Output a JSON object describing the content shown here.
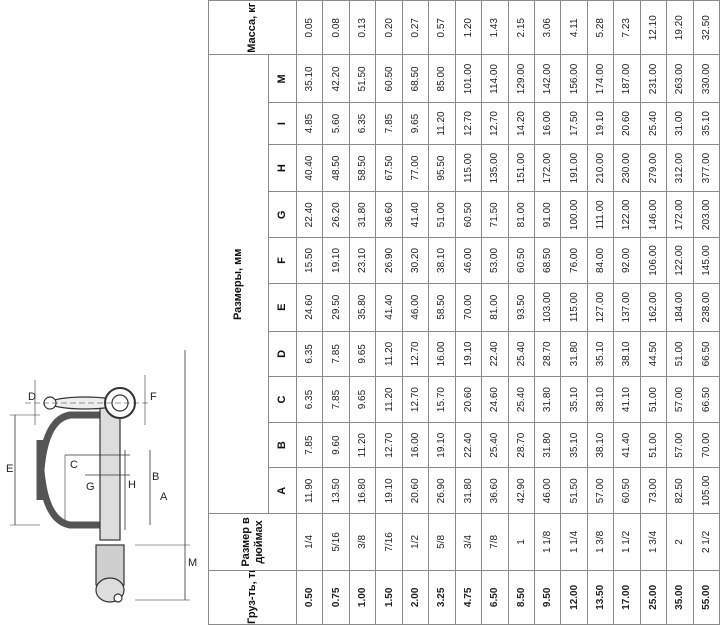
{
  "table": {
    "head": {
      "load": "Груз-ть, тн",
      "size_inch": "Размер в дюймах",
      "dimensions": "Размеры, мм",
      "mass": "Масса, кг"
    },
    "dim_columns": [
      "A",
      "B",
      "C",
      "D",
      "E",
      "F",
      "G",
      "H",
      "I",
      "M"
    ],
    "rows": [
      [
        "0.50",
        "1/4",
        "11.90",
        "7.85",
        "6.35",
        "6.35",
        "24.60",
        "15.50",
        "22.40",
        "40.40",
        "4.85",
        "35.10",
        "0.05"
      ],
      [
        "0.75",
        "5/16",
        "13.50",
        "9.60",
        "7.85",
        "7.85",
        "29.50",
        "19.10",
        "26.20",
        "48.50",
        "5.60",
        "42.20",
        "0.08"
      ],
      [
        "1.00",
        "3/8",
        "16.80",
        "11.20",
        "9.65",
        "9.65",
        "35.80",
        "23.10",
        "31.80",
        "58.50",
        "6.35",
        "51.50",
        "0.13"
      ],
      [
        "1.50",
        "7/16",
        "19.10",
        "12.70",
        "11.20",
        "11.20",
        "41.40",
        "26.90",
        "36.60",
        "67.50",
        "7.85",
        "60.50",
        "0.20"
      ],
      [
        "2.00",
        "1/2",
        "20.60",
        "16.00",
        "12.70",
        "12.70",
        "46.00",
        "30.20",
        "41.40",
        "77.00",
        "9.65",
        "68.50",
        "0.27"
      ],
      [
        "3.25",
        "5/8",
        "26.90",
        "19.10",
        "15.70",
        "16.00",
        "58.50",
        "38.10",
        "51.00",
        "95.50",
        "11.20",
        "85.00",
        "0.57"
      ],
      [
        "4.75",
        "3/4",
        "31.80",
        "22.40",
        "20.60",
        "19.10",
        "70.00",
        "46.00",
        "60.50",
        "115.00",
        "12.70",
        "101.00",
        "1.20"
      ],
      [
        "6.50",
        "7/8",
        "36.60",
        "25.40",
        "24.60",
        "22.40",
        "81.00",
        "53.00",
        "71.50",
        "135.00",
        "12.70",
        "114.00",
        "1.43"
      ],
      [
        "8.50",
        "1",
        "42.90",
        "28.70",
        "25.40",
        "25.40",
        "93.50",
        "60.50",
        "81.00",
        "151.00",
        "14.20",
        "129.00",
        "2.15"
      ],
      [
        "9.50",
        "1 1/8",
        "46.00",
        "31.80",
        "31.80",
        "28.70",
        "103.00",
        "68.50",
        "91.00",
        "172.00",
        "16.00",
        "142.00",
        "3.06"
      ],
      [
        "12.00",
        "1 1/4",
        "51.50",
        "35.10",
        "35.10",
        "31.80",
        "115.00",
        "76.00",
        "100.00",
        "191.00",
        "17.50",
        "156.00",
        "4.11"
      ],
      [
        "13.50",
        "1 3/8",
        "57.00",
        "38.10",
        "38.10",
        "35.10",
        "127.00",
        "84.00",
        "111.00",
        "210.00",
        "19.10",
        "174.00",
        "5.28"
      ],
      [
        "17.00",
        "1 1/2",
        "60.50",
        "41.40",
        "41.10",
        "38.10",
        "137.00",
        "92.00",
        "122.00",
        "230.00",
        "20.60",
        "187.00",
        "7.23"
      ],
      [
        "25.00",
        "1 3/4",
        "73.00",
        "51.00",
        "51.00",
        "44.50",
        "162.00",
        "106.00",
        "146.00",
        "279.00",
        "25.40",
        "231.00",
        "12.10"
      ],
      [
        "35.00",
        "2",
        "82.50",
        "57.00",
        "57.00",
        "51.00",
        "184.00",
        "122.00",
        "172.00",
        "312.00",
        "31.00",
        "263.00",
        "19.20"
      ],
      [
        "55.00",
        "2 1/2",
        "105.00",
        "70.00",
        "66.50",
        "66.50",
        "238.00",
        "145.00",
        "203.00",
        "377.00",
        "35.10",
        "330.00",
        "32.50"
      ]
    ]
  },
  "drawing": {
    "labels": [
      "E",
      "C",
      "G",
      "H",
      "B",
      "A",
      "M",
      "D",
      "F"
    ]
  }
}
